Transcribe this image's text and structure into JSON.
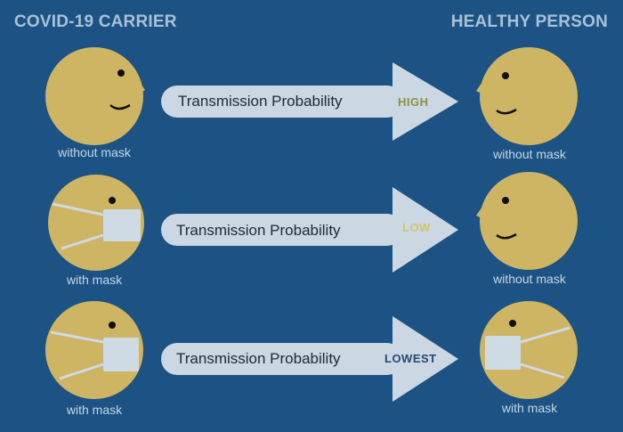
{
  "headers": {
    "left": "COVID-19 CARRIER",
    "right": "HEALTHY PERSON"
  },
  "rows": [
    {
      "carrier_caption": "without mask",
      "arrow_label": "Transmission Probability",
      "level": "HIGH",
      "level_color": "#8e9040",
      "healthy_caption": "without mask"
    },
    {
      "carrier_caption": "with mask",
      "arrow_label": "Transmission Probability",
      "level": "LOW",
      "level_color": "#d4c568",
      "healthy_caption": "without mask"
    },
    {
      "carrier_caption": "with mask",
      "arrow_label": "Transmission Probability",
      "level": "LOWEST",
      "level_color": "#244a78",
      "healthy_caption": "with mask"
    }
  ],
  "colors": {
    "background": "#1c5384",
    "face": "#cdb564",
    "arrow": "#cbd7e2",
    "mask": "#cfdbe4"
  }
}
